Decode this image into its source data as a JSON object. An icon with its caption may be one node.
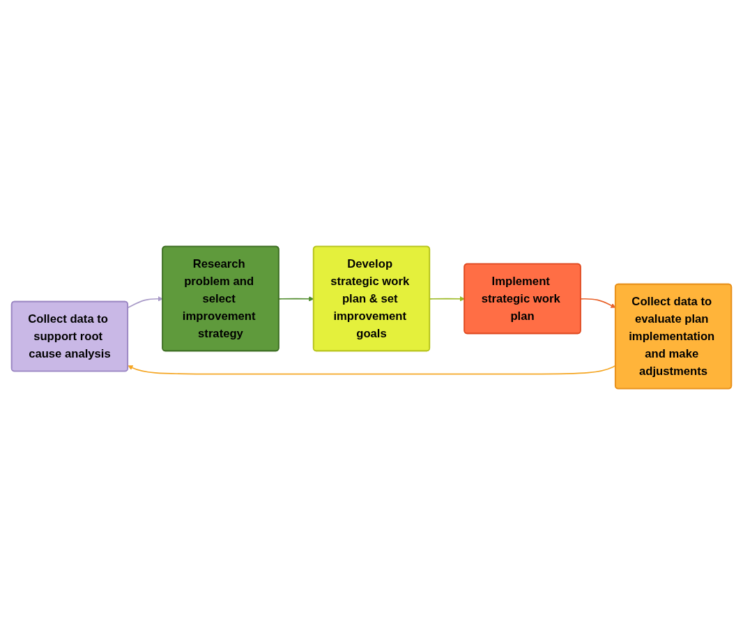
{
  "diagram": {
    "nodes": [
      {
        "text": [
          "Collect data to support root cause analysis"
        ]
      },
      {
        "text": [
          "Research problem and select improvement strategy"
        ]
      },
      {
        "text": [
          "Develop strategic work plan & set improvement goals"
        ]
      },
      {
        "text": [
          "Implement strategic work plan"
        ]
      },
      {
        "text": [
          "Collect data to evaluate plan implementation and make adjustments"
        ]
      }
    ],
    "edges": [
      {
        "from": 0,
        "to": 1,
        "arrow": "to",
        "color": "#a99bc8"
      },
      {
        "from": 1,
        "to": 2,
        "arrow": "to",
        "color": "#4e8a2a"
      },
      {
        "from": 2,
        "to": 3,
        "arrow": "to",
        "color": "#9ab820"
      },
      {
        "from": 3,
        "to": 4,
        "arrow": "to",
        "color": "#e8622a"
      },
      {
        "from": 4,
        "to": 0,
        "arrow": "to",
        "color": "#f5a623"
      }
    ]
  }
}
